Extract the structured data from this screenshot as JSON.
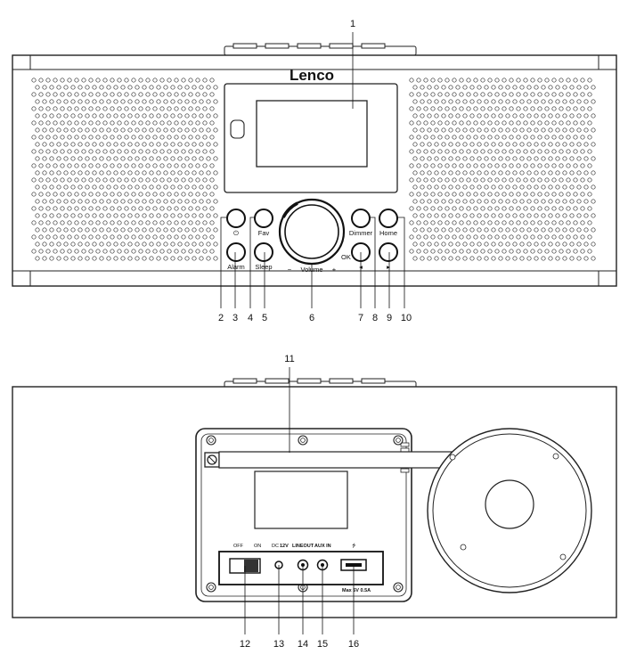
{
  "brand": "Lenco",
  "front_buttons": {
    "power_symbol": "⏻",
    "fav": "Fav",
    "alarm": "Alarm",
    "sleep": "Sleep",
    "dimmer": "Dimmer",
    "home": "Home",
    "ok": "OK",
    "volume": "Volume",
    "vol_minus": "−",
    "vol_plus": "+",
    "prev": "◂",
    "next": "▸"
  },
  "front_callouts": [
    "1",
    "2",
    "3",
    "4",
    "5",
    "6",
    "7",
    "8",
    "9",
    "10"
  ],
  "back_labels": {
    "off": "OFF",
    "on": "ON",
    "dc": "DC",
    "dc_voltage": "12V",
    "lineout": "LINEOUT",
    "auxin": "AUX IN",
    "usb_symbol": "⭍",
    "usb_rating": "Max 5V 0.5A"
  },
  "back_callouts": [
    "11",
    "12",
    "13",
    "14",
    "15",
    "16"
  ]
}
